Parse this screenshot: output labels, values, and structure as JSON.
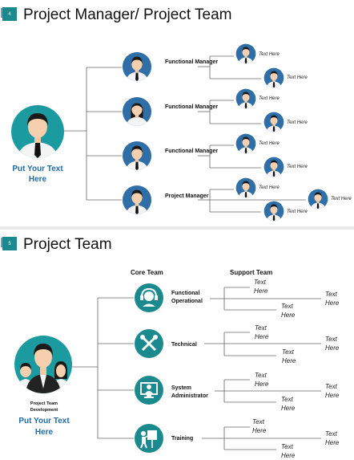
{
  "slide1": {
    "number": "4",
    "title": "Project Manager/ Project Team",
    "root_caption": "Put Your Text Here",
    "managers": [
      {
        "label": "Functional Manager",
        "children": [
          "Text Here",
          "Text Here"
        ]
      },
      {
        "label": "Functional Manager",
        "children": [
          "Text Here",
          "Text Here"
        ]
      },
      {
        "label": "Functional Manager",
        "children": [
          "Text Here",
          "Text Here"
        ]
      },
      {
        "label": "Project Manager",
        "children": [
          "Text Here",
          "Text Here"
        ],
        "extra_child": "Text Here"
      }
    ]
  },
  "slide2": {
    "number": "5",
    "title": "Project Team",
    "core_header": "Core Team",
    "support_header": "Support Team",
    "root_caption_small": "Project Team Development",
    "root_caption": "Put Your Text Here",
    "teams": [
      {
        "label": "Functional Operational",
        "icon": "headset-icon",
        "support": [
          "Text Here",
          "Text Here"
        ],
        "outer": "Text Here"
      },
      {
        "label": "Technical",
        "icon": "tools-icon",
        "support": [
          "Text Here",
          "Text Here"
        ],
        "outer": "Text Here"
      },
      {
        "label": "System Administrator",
        "icon": "monitor-user-icon",
        "support": [
          "Text Here",
          "Text Here"
        ],
        "outer": "Text Here"
      },
      {
        "label": "Training",
        "icon": "presentation-icon",
        "support": [
          "Text Here",
          "Text Here"
        ],
        "outer": "Text Here"
      }
    ]
  },
  "colors": {
    "teal": "#1b8a8e",
    "blue": "#2f6ea6",
    "caption": "#1b6ca8",
    "line": "#666666"
  }
}
